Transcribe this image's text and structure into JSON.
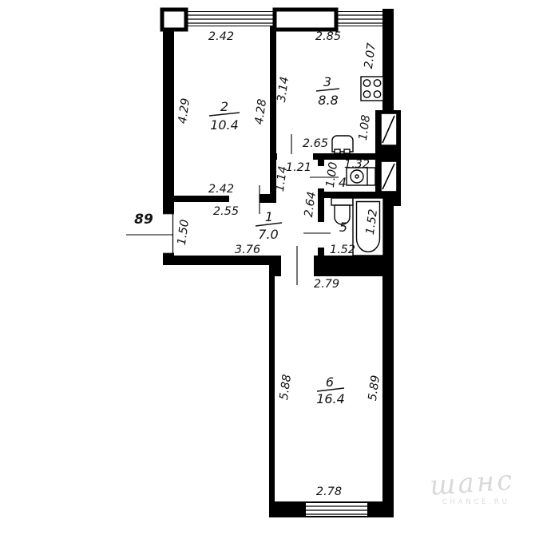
{
  "plan": {
    "entry_door_label": "89",
    "rooms": [
      {
        "num": "2",
        "area": "10.4"
      },
      {
        "num": "3",
        "area": "8.8"
      },
      {
        "num": "1",
        "area": "7.0"
      },
      {
        "num": "4",
        "area": ""
      },
      {
        "num": "5",
        "area": ""
      },
      {
        "num": "6",
        "area": "16.4"
      }
    ],
    "dims": {
      "room2_top": "2.42",
      "kitchen_top": "2.85",
      "kitchen_right": "2.07",
      "room2_left": "4.29",
      "room2_right": "4.28",
      "kitchen_left": "3.14",
      "kitchen_niche": "1.08",
      "kitchen_bottom": "2.65",
      "nook_width": "1.21",
      "nook_height": "1.14",
      "room4_width": "1.32",
      "room4_height": "1.00",
      "hall_nook_height": "2.64",
      "room2_bottom": "2.42",
      "hall_top": "2.55",
      "entrance_height": "1.50",
      "hall_width": "3.76",
      "bath_width_vert": "1.52",
      "bath_width_horiz": "1.52",
      "room6_top": "2.79",
      "room6_left": "5.88",
      "room6_right": "5.89",
      "room6_bottom": "2.78"
    }
  },
  "watermark": {
    "script": "шанс",
    "caption": "CHANCE.RU"
  }
}
